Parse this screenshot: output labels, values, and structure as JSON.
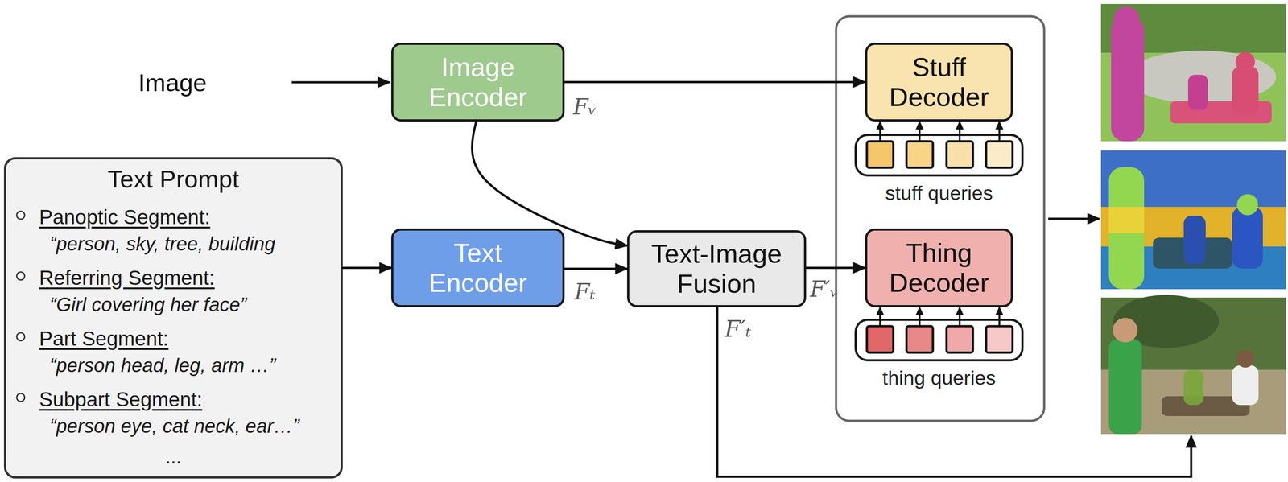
{
  "diagram": {
    "nodes": [
      {
        "text": [
          "Image Encoder"
        ]
      },
      {
        "text": [
          "Stuff Decoder"
        ]
      },
      {
        "text": [
          "stuff queries"
        ]
      },
      {
        "text": [
          "Text Prompt",
          "Panoptic Segment:",
          "“person, sky, tree, building",
          "Referring Segment:",
          "“Girl covering her face”",
          "Part Segment:",
          "“person head, leg, arm …”",
          "Subpart Segment:",
          "“person eye, cat neck, ear…”",
          "..."
        ]
      },
      {
        "text": [
          "Text Encoder"
        ]
      },
      {
        "text": [
          "Text-Image Fusion"
        ]
      },
      {
        "text": [
          "Thing Decoder"
        ]
      },
      {
        "text": [
          "thing queries"
        ]
      }
    ],
    "edges": [
      {
        "from": 0,
        "to": 1,
        "label": "Fᵥ",
        "arrow": "to"
      },
      {
        "from": 3,
        "to": 4,
        "arrow": "to"
      },
      {
        "from": 4,
        "to": 5,
        "label": "Fₜ",
        "arrow": "to"
      },
      {
        "from": 0,
        "to": 5,
        "arrow": "to"
      },
      {
        "from": 5,
        "to": 6,
        "label": "F′ᵥ",
        "arrow": "to"
      },
      {
        "from": 2,
        "to": 1,
        "arrow": "to"
      },
      {
        "from": 7,
        "to": 6,
        "arrow": "to"
      }
    ],
    "labels": [
      "Image",
      "F′ₜ"
    ]
  }
}
